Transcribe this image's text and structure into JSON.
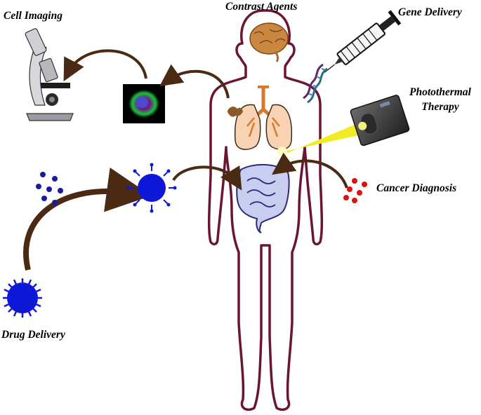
{
  "labels": {
    "contrast_agents": "Contrast Agents",
    "gene_delivery": "Gene Delivery",
    "cell_imaging": "Cell Imaging",
    "photothermal_line1": "Photothermal",
    "photothermal_line2": "Therapy",
    "cancer_diagnosis": "Cancer Diagnosis",
    "drug_delivery": "Drug Delivery"
  },
  "colors": {
    "body_outline": "#6b1436",
    "arrow": "#4a2a12",
    "nanoparticle": "#1018d8",
    "cancer_dots": "#e01010",
    "laser_beam": "#f2ea22",
    "brain": "#c9873f",
    "lungs": "#f7d3b3",
    "trachea": "#d87a2c",
    "intestine": "#c9cdf0",
    "liver": "#8b5a2b"
  },
  "icons": [
    "microscope-icon",
    "cell-image-icon",
    "syringe-icon",
    "dna-icon",
    "laser-device-icon",
    "brain-icon",
    "lungs-icon",
    "liver-icon",
    "intestine-icon",
    "nanoparticle-icon"
  ]
}
